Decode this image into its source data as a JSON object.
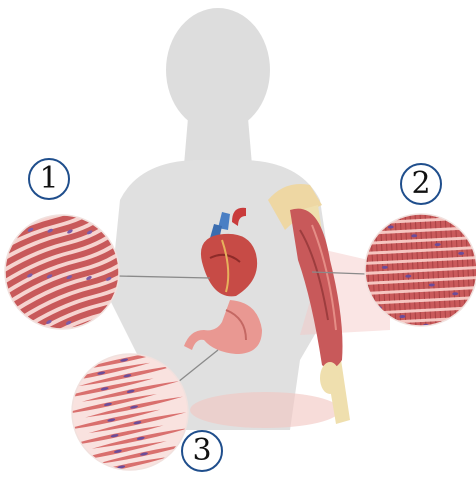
{
  "labels": {
    "one": "1",
    "two": "2",
    "three": "3"
  },
  "colors": {
    "silhouette": "#dcdcdc",
    "muscle": "#c8595a",
    "muscle_light": "#f0b9b4",
    "badge_border": "#1f4e8c",
    "leader_line": "#8a8a8a"
  },
  "illustrations": {
    "organs": [
      "heart",
      "stomach",
      "arm-muscle",
      "humerus-bone"
    ],
    "tissues": [
      "cardiac-muscle-tissue",
      "skeletal-muscle-tissue",
      "smooth-muscle-tissue"
    ]
  }
}
